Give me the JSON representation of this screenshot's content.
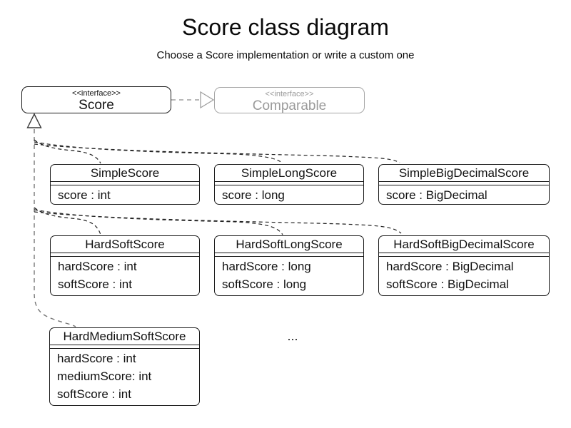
{
  "title": "Score class diagram",
  "subtitle": "Choose a Score implementation or write a custom one",
  "interfaces": {
    "score": {
      "stereotype": "<<interface>>",
      "name": "Score"
    },
    "comparable": {
      "stereotype": "<<interface>>",
      "name": "Comparable"
    }
  },
  "classes": [
    {
      "name": "SimpleScore",
      "attributes": [
        "score : int"
      ]
    },
    {
      "name": "SimpleLongScore",
      "attributes": [
        "score : long"
      ]
    },
    {
      "name": "SimpleBigDecimalScore",
      "attributes": [
        "score : BigDecimal"
      ]
    },
    {
      "name": "HardSoftScore",
      "attributes": [
        "hardScore : int",
        "softScore : int"
      ]
    },
    {
      "name": "HardSoftLongScore",
      "attributes": [
        "hardScore : long",
        "softScore : long"
      ]
    },
    {
      "name": "HardSoftBigDecimalScore",
      "attributes": [
        "hardScore : BigDecimal",
        "softScore : BigDecimal"
      ]
    },
    {
      "name": "HardMediumSoftScore",
      "attributes": [
        "hardScore : int",
        "mediumScore: int",
        "softScore : int"
      ]
    }
  ],
  "ellipsis": "...",
  "colors": {
    "line": "#1a1a1a",
    "edge": "#222222",
    "trunk": "#777777",
    "muted": "#a0a0a0",
    "muted_text": "#9a9a9a",
    "background": "#ffffff"
  }
}
